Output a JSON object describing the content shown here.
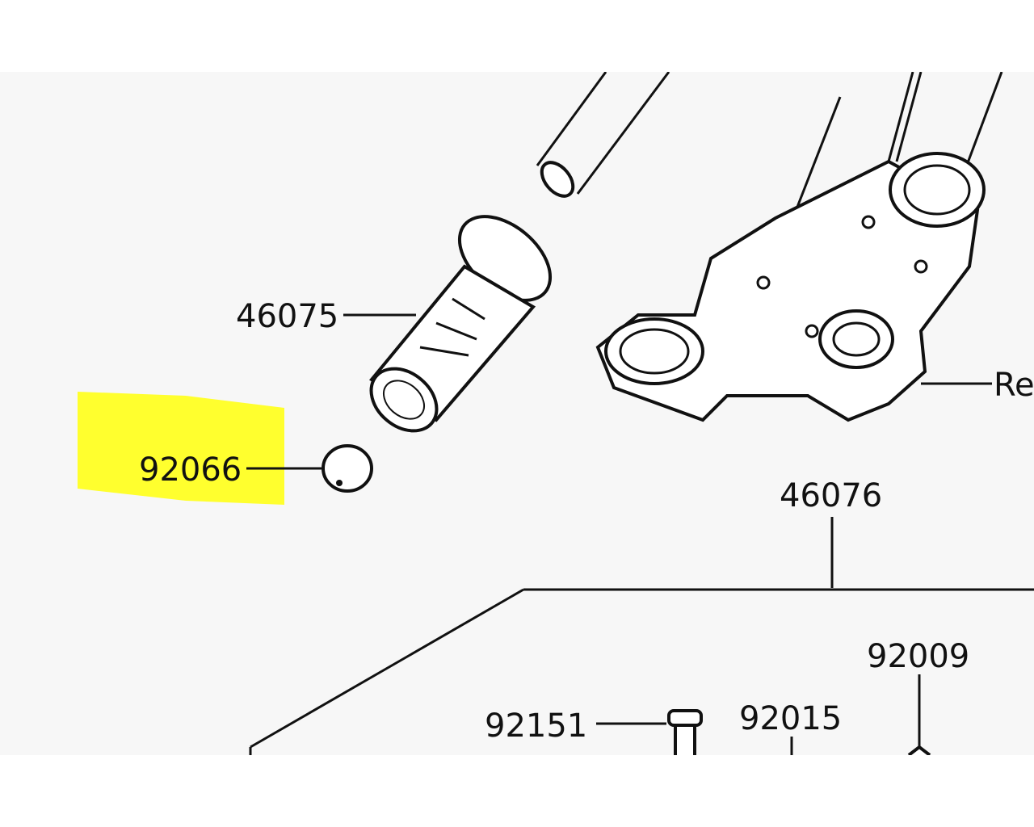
{
  "diagram": {
    "highlight_color": "#ffff2e",
    "labels": [
      {
        "id": "46075",
        "text": "46075"
      },
      {
        "id": "92066",
        "text": "92066",
        "highlighted": true
      },
      {
        "id": "ref",
        "text": "Re"
      },
      {
        "id": "46076",
        "text": "46076"
      },
      {
        "id": "92009",
        "text": "92009"
      },
      {
        "id": "92151",
        "text": "92151"
      },
      {
        "id": "92015",
        "text": "92015"
      }
    ]
  }
}
